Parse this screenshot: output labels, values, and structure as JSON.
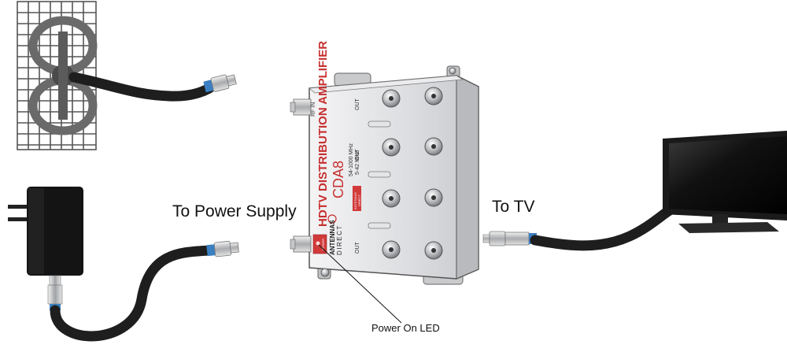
{
  "labels": {
    "power_supply": "To Power Supply",
    "tv": "To TV",
    "power_led": "Power On LED"
  },
  "amplifier": {
    "title": "HDTV DISTRIBUTION AMPLIFIER",
    "model": "CDA8",
    "brand_line1": "ANTENNAS",
    "brand_line2": "DIRECT",
    "spec_line1": "54-1000 MHz",
    "spec_line2": "5-42 MHz",
    "port_rf_in": "RF IN",
    "port_out": "OUT",
    "led_text": "POWER",
    "tag_line1": "ANTENNAS",
    "tag_line2": "DIRECT"
  },
  "colors": {
    "cable": "#1e1e1e",
    "connector_ring": "#3a7fc1",
    "amp_body": "#d9dadc",
    "amp_accent": "#d23a3a",
    "tv_body": "#1a1a1a",
    "adapter_body": "#141414"
  }
}
